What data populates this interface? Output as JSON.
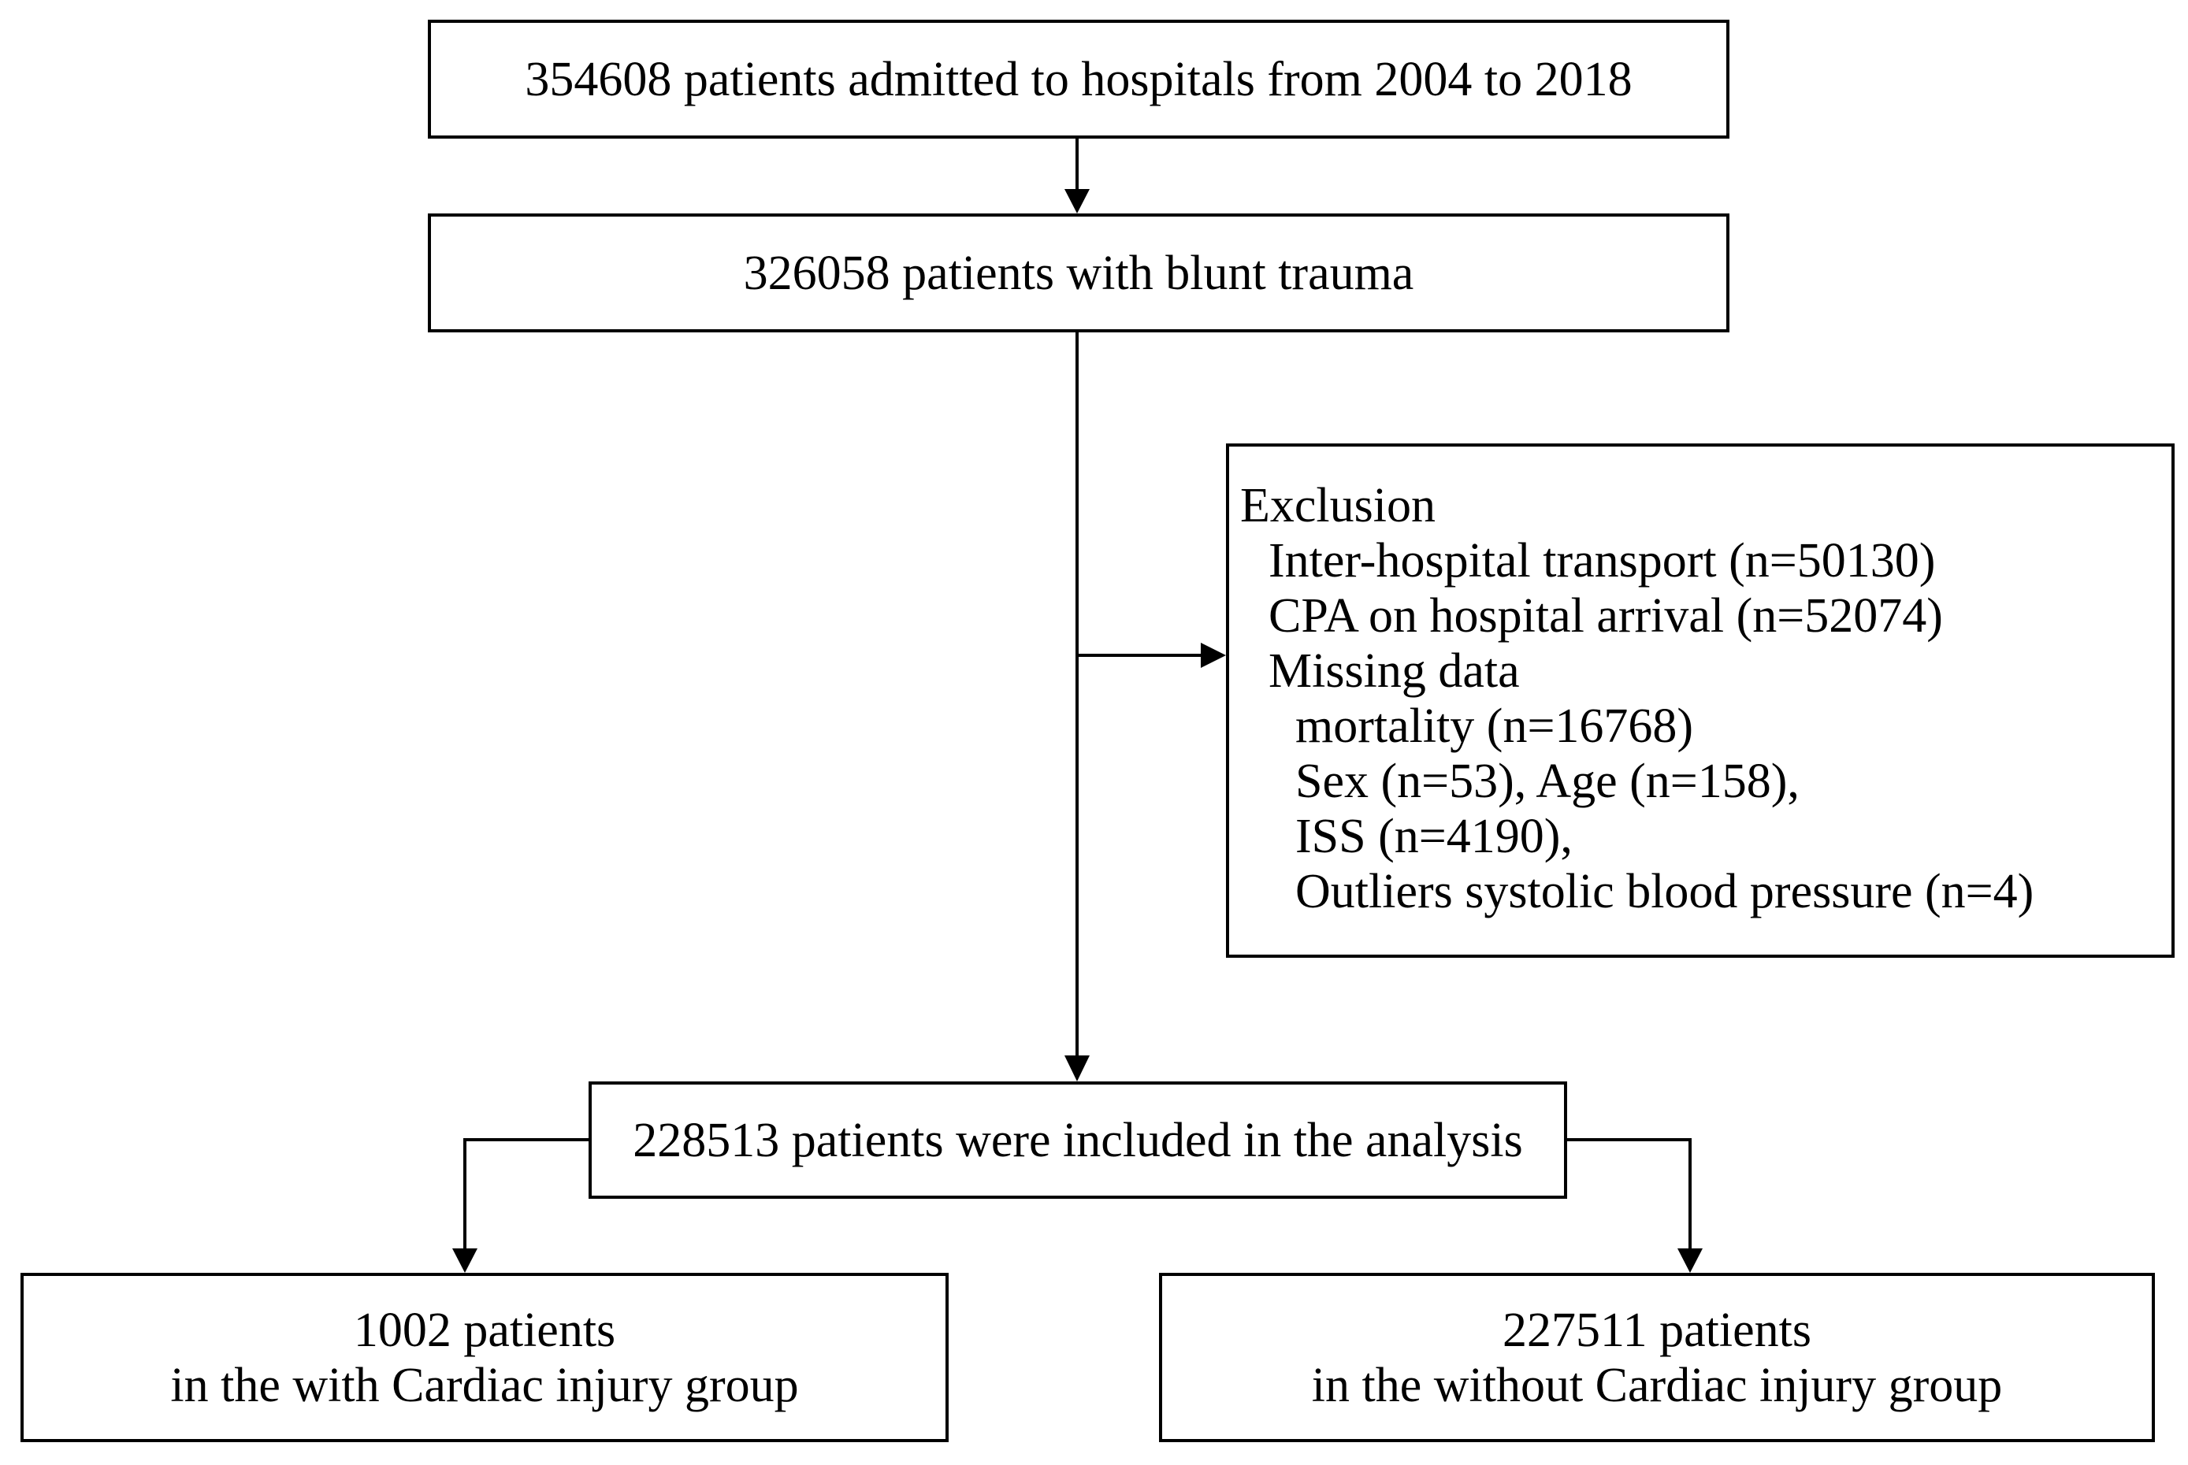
{
  "flowchart": {
    "admitted": {
      "text": "354608 patients admitted to hospitals  from 2004 to 2018"
    },
    "blunt": {
      "text": "326058 patients with blunt trauma"
    },
    "exclusion": {
      "title": "Exclusion",
      "items": [
        "Inter-hospital transport (n=50130)",
        "CPA on hospital arrival (n=52074)",
        "Missing data"
      ],
      "missing_items": [
        "mortality  (n=16768)",
        "Sex (n=53),  Age (n=158),",
        "ISS (n=4190),",
        "Outliers systolic blood pressure (n=4)"
      ]
    },
    "included": {
      "text": "228513 patients were included in the analysis"
    },
    "with_group": {
      "line1": "1002 patients",
      "line2": "in the with Cardiac injury group"
    },
    "without_group": {
      "line1": "227511 patients",
      "line2": "in the without Cardiac injury group"
    }
  }
}
